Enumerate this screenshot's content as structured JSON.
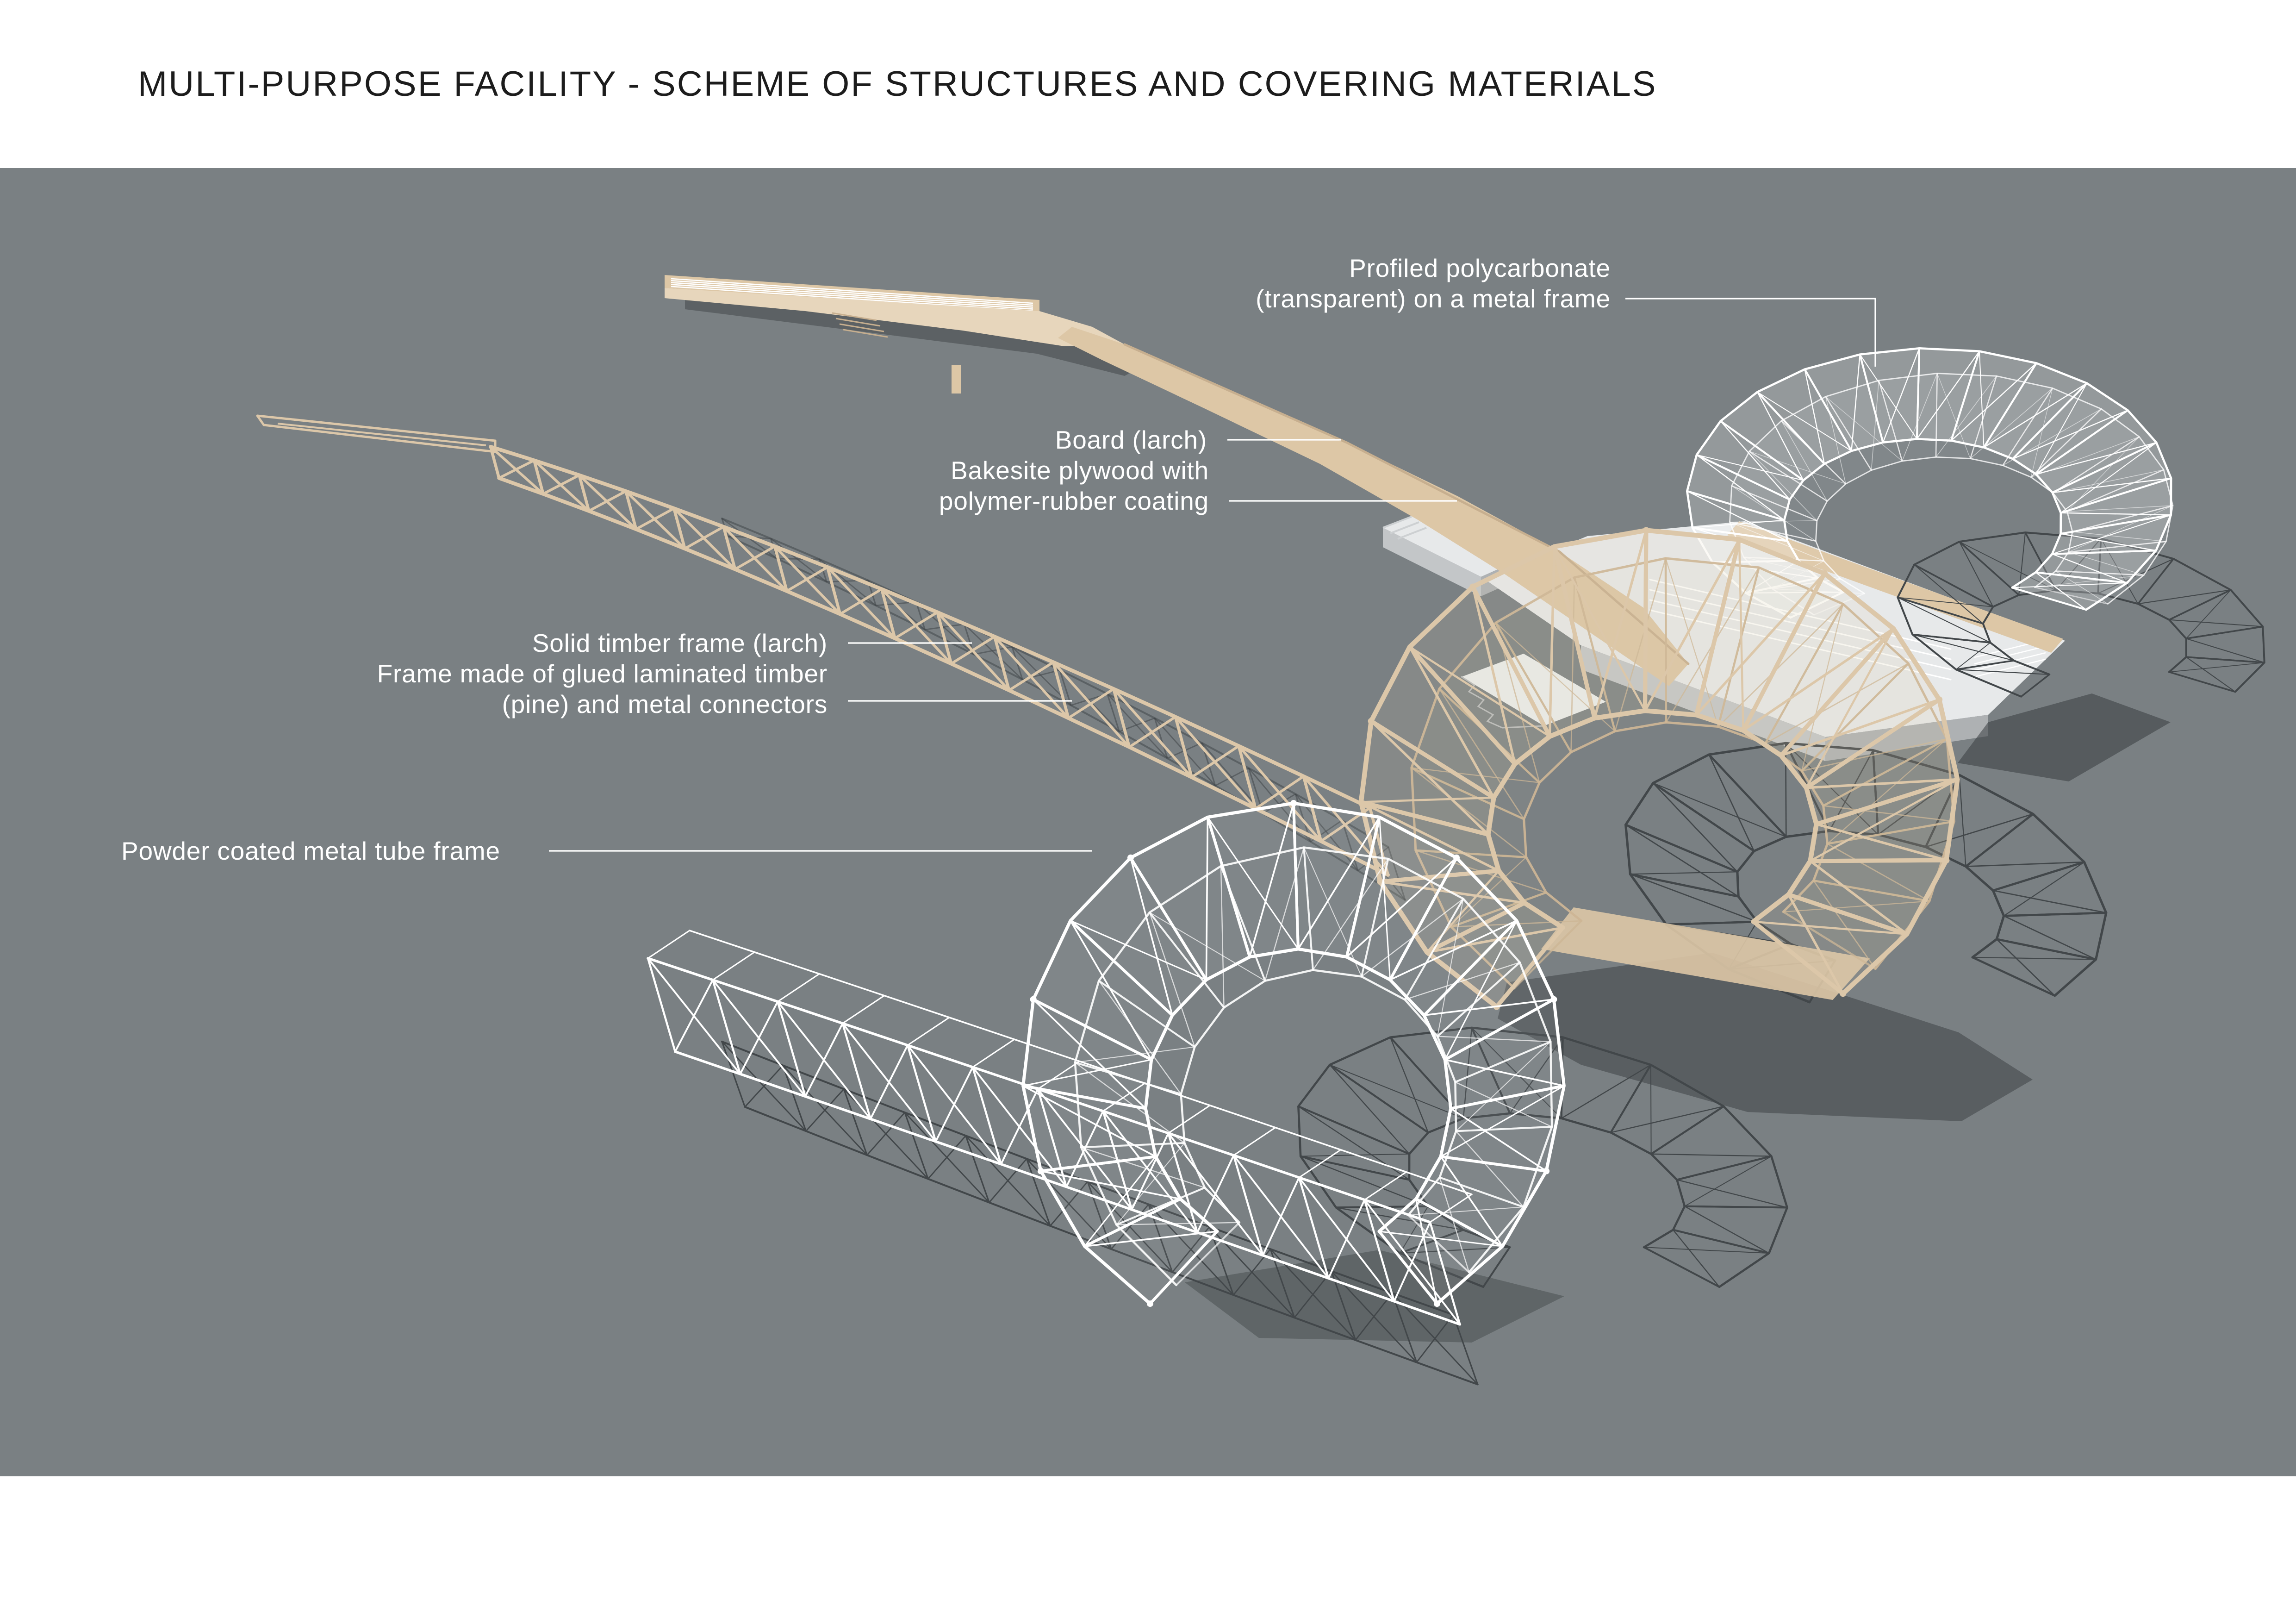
{
  "header": {
    "title": "MULTI-PURPOSE FACILITY - SCHEME OF STRUCTURES AND COVERING MATERIALS"
  },
  "labels": {
    "polycarbonate": {
      "line1": "Profiled polycarbonate",
      "line2": "(transparent) on a metal frame"
    },
    "board": {
      "text": "Board (larch)"
    },
    "bakesite": {
      "line1": "Bakesite plywood with",
      "line2": "polymer-rubber coating"
    },
    "timber": {
      "line1": "Solid timber frame (larch)",
      "line2": "Frame made of glued laminated timber",
      "line3": "(pine) and metal connectors"
    },
    "metal": {
      "text": "Powder coated metal tube frame"
    }
  },
  "colors": {
    "background": "#7a8083",
    "title_text": "#1c1c1c",
    "label_text": "#ffffff",
    "board": "#ddc7a6",
    "board_light": "#e7d6bc",
    "board_edge": "#c7af8f",
    "timber": "#dcc7a9",
    "timber_light": "#e9dac1",
    "timber_depth": "#cdb695",
    "plywood_top": "#e7e9ea",
    "plywood_front": "#c3c6c8",
    "plywood_side": "#aeb1b3",
    "white_frame": "#ffffff",
    "shadow_wire": "#42474a",
    "shadow_solid": "#383c3f"
  }
}
